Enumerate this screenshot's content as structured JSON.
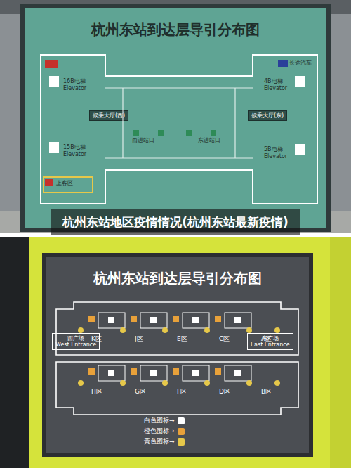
{
  "diagram": {
    "caption": "杭州东站地区疫情情况(杭州东站最新疫情)",
    "nodes": [
      {
        "text": [
          "杭州东站到达层导引分布图"
        ]
      },
      {
        "text": [
          "候乘大厅(西)"
        ],
        "in": 0
      },
      {
        "text": [
          "候乘大厅(东)"
        ],
        "in": 0
      },
      {
        "text": [
          "杭州东站到达层导引分布图"
        ]
      },
      {
        "text": [
          "西广场",
          "West Entrance"
        ],
        "in": 3
      },
      {
        "text": [
          "东广场",
          "East Entrance"
        ],
        "in": 3
      }
    ],
    "labels": [
      "16B电梯",
      "Elevator",
      "15B电梯",
      "Elevator",
      "4B电梯",
      "Elevator",
      "5B电梯",
      "Elevator",
      "西进站口",
      "东进站口",
      "长途汽车",
      "上客区",
      "K区",
      "J区",
      "E区",
      "C区",
      "A区",
      "H区",
      "G区",
      "F区",
      "D区",
      "B区"
    ],
    "legend": [
      {
        "text": "白色图标→",
        "color": "#ffffff"
      },
      {
        "text": "橙色图标→",
        "color": "#e8a13a"
      },
      {
        "text": "黄色图标→",
        "color": "#e6c84a"
      }
    ]
  }
}
